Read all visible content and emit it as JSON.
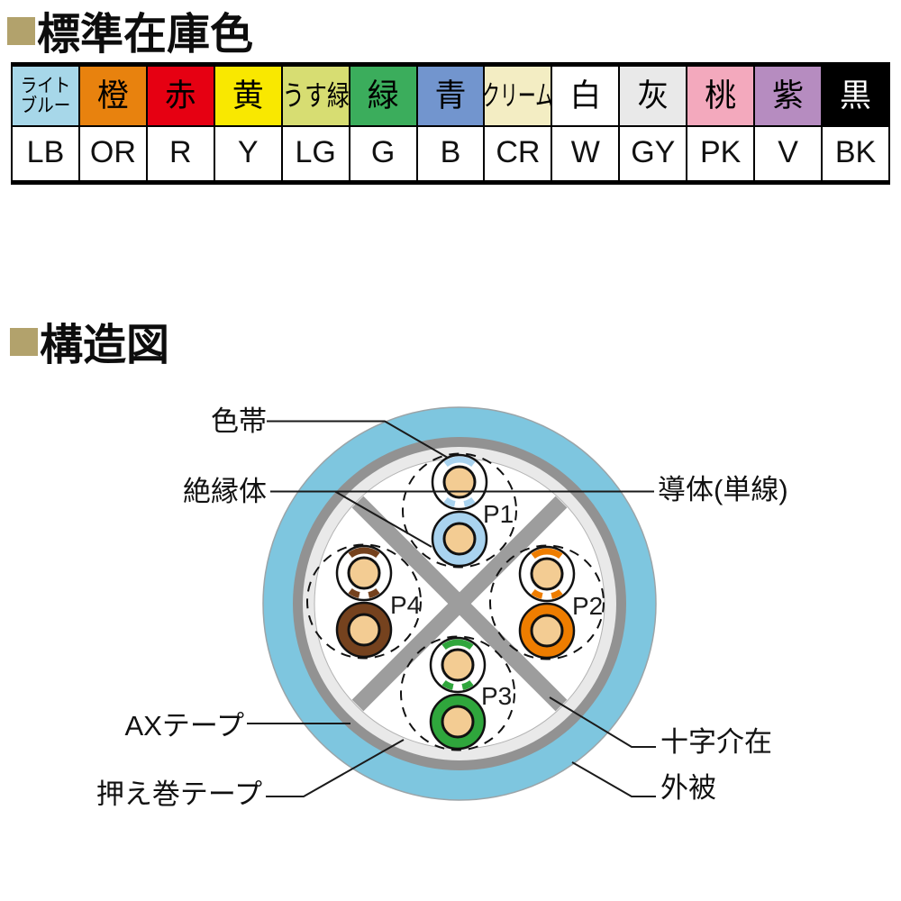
{
  "sections": {
    "stock_colors_title": "標準在庫色",
    "structure_title": "構造図",
    "bullet_color": "#B2A26C"
  },
  "stock_colors": {
    "columns": [
      {
        "name": "ライトブルー",
        "lines": [
          "ライト",
          "ブルー"
        ],
        "style": "two-line",
        "code": "LB",
        "bg": "#A7D7E9",
        "fg": "#000000"
      },
      {
        "name": "橙",
        "code": "OR",
        "bg": "#E8820E",
        "fg": "#000000"
      },
      {
        "name": "赤",
        "code": "R",
        "bg": "#E60012",
        "fg": "#000000"
      },
      {
        "name": "黄",
        "code": "Y",
        "bg": "#F9E800",
        "fg": "#000000"
      },
      {
        "name": "うす緑",
        "style": "semi-condensed",
        "code": "LG",
        "bg": "#D7DD72",
        "fg": "#000000"
      },
      {
        "name": "緑",
        "code": "G",
        "bg": "#3BAD5C",
        "fg": "#000000"
      },
      {
        "name": "青",
        "code": "B",
        "bg": "#7295CE",
        "fg": "#000000"
      },
      {
        "name": "クリーム",
        "style": "condensed",
        "code": "CR",
        "bg": "#F3EDC3",
        "fg": "#000000"
      },
      {
        "name": "白",
        "code": "W",
        "bg": "#FFFFFF",
        "fg": "#000000"
      },
      {
        "name": "灰",
        "code": "GY",
        "bg": "#E9E9E9",
        "fg": "#000000"
      },
      {
        "name": "桃",
        "code": "PK",
        "bg": "#F3A9BD",
        "fg": "#000000"
      },
      {
        "name": "紫",
        "code": "V",
        "bg": "#B68CC0",
        "fg": "#000000"
      },
      {
        "name": "黒",
        "code": "BK",
        "bg": "#000000",
        "fg": "#FFFFFF"
      }
    ]
  },
  "diagram": {
    "labels": {
      "color_band": "色帯",
      "insulator": "絶縁体",
      "conductor": "導体(単線)",
      "ax_tape": "AXテープ",
      "wrap_tape": "押え巻テープ",
      "cross_spacer": "十字介在",
      "sheath": "外被"
    },
    "pairs": [
      {
        "label": "P1",
        "color": "#A9D3EF"
      },
      {
        "label": "P2",
        "color": "#EE7D00"
      },
      {
        "label": "P3",
        "color": "#2FA63C"
      },
      {
        "label": "P4",
        "color": "#75421E"
      }
    ],
    "colors": {
      "sheath": "#7EC6DF",
      "ax_tape": "#929292",
      "wrap_tape": "#E9E9E9",
      "core": "#FFFFFF",
      "cross": "#9D9D9D",
      "conductor": "#F3CC93",
      "outline": "#111111"
    }
  }
}
